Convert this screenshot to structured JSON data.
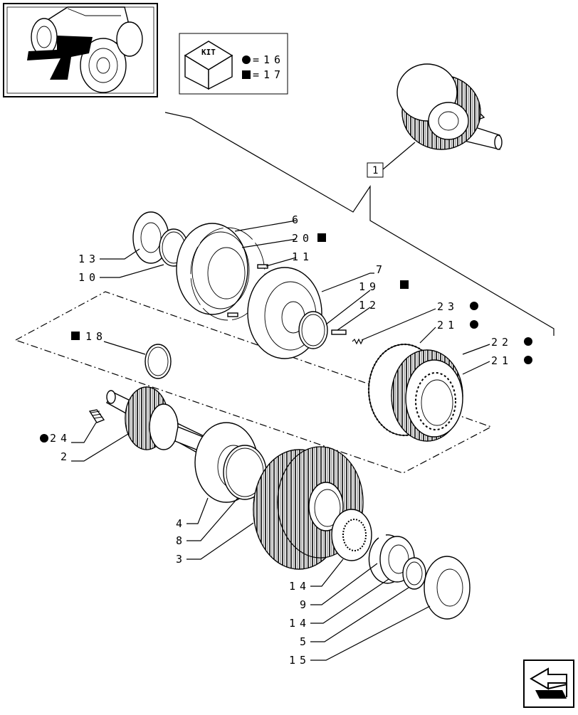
{
  "kit_box": {
    "kit_label": "KIT",
    "circle_qty": "=16",
    "square_qty": "=17"
  },
  "callouts": [
    {
      "id": "ref-1",
      "text": "1"
    },
    {
      "id": "c-6",
      "text": "6"
    },
    {
      "id": "c-20",
      "text": "20",
      "marker": "square"
    },
    {
      "id": "c-11",
      "text": "11"
    },
    {
      "id": "c-13",
      "text": "13"
    },
    {
      "id": "c-10",
      "text": "10"
    },
    {
      "id": "c-7",
      "text": "7"
    },
    {
      "id": "c-19",
      "text": "19",
      "marker": "square"
    },
    {
      "id": "c-12",
      "text": "12"
    },
    {
      "id": "c-23",
      "text": "23",
      "marker": "circle"
    },
    {
      "id": "c-21a",
      "text": "21",
      "marker": "circle"
    },
    {
      "id": "c-22",
      "text": "22",
      "marker": "circle"
    },
    {
      "id": "c-21b",
      "text": "21",
      "marker": "circle"
    },
    {
      "id": "c-18",
      "text": "18",
      "marker": "square"
    },
    {
      "id": "c-24",
      "text": "24",
      "marker": "circle"
    },
    {
      "id": "c-2",
      "text": "2"
    },
    {
      "id": "c-4",
      "text": "4"
    },
    {
      "id": "c-8",
      "text": "8"
    },
    {
      "id": "c-3",
      "text": "3"
    },
    {
      "id": "c-14a",
      "text": "14"
    },
    {
      "id": "c-9",
      "text": "9"
    },
    {
      "id": "c-14b",
      "text": "14"
    },
    {
      "id": "c-5",
      "text": "5"
    },
    {
      "id": "c-15",
      "text": "15"
    }
  ],
  "icons": {
    "tractor": "tractor-thumbnail-icon",
    "kit": "kit-box-icon",
    "nav": "previous-page-arrow-icon"
  }
}
